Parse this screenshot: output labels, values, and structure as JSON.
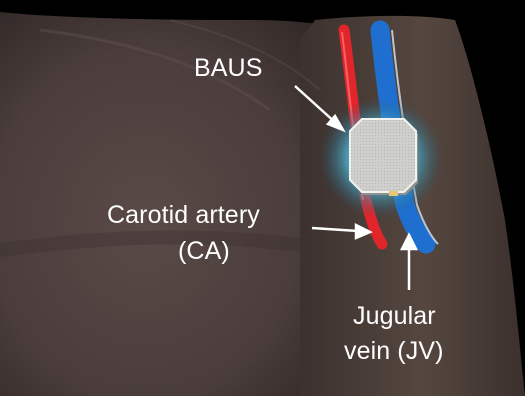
{
  "labels": {
    "baus": "BAUS",
    "carotid_line1": "Carotid artery",
    "carotid_line2": "(CA)",
    "jugular_line1": "Jugular",
    "jugular_line2": "vein (JV)"
  },
  "colors": {
    "background": "#000000",
    "skin": "#4a3d3b",
    "artery": "#e0252b",
    "vein": "#1f6fd0",
    "device_glow": "#5fc7e6",
    "device": "#d8d8d6",
    "pointer": "#ffffff"
  }
}
